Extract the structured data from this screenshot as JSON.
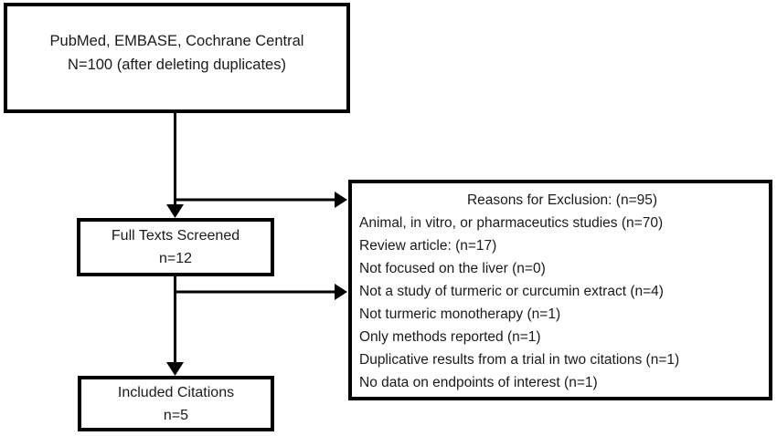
{
  "diagram": {
    "boxes": {
      "sources": {
        "line1": "PubMed, EMBASE, Cochrane Central",
        "line2": "N=100 (after deleting duplicates)"
      },
      "screened": {
        "line1": "Full Texts Screened",
        "line2": "n=12"
      },
      "included": {
        "line1": "Included Citations",
        "line2": "n=5"
      },
      "exclusion": {
        "title": "Reasons for Exclusion: (n=95)",
        "reasons": [
          "Animal, in vitro, or pharmaceutics studies (n=70)",
          "Review article: (n=17)",
          "Not focused on the liver (n=0)",
          "Not a study of turmeric or curcumin extract (n=4)",
          "Not turmeric monotherapy (n=1)",
          "Only methods reported (n=1)",
          "Duplicative results from a trial in two citations (n=1)",
          "No data on endpoints of interest (n=1)"
        ]
      }
    },
    "colors": {
      "border": "#000000",
      "text": "#1a1a1a",
      "background": "#ffffff"
    }
  }
}
